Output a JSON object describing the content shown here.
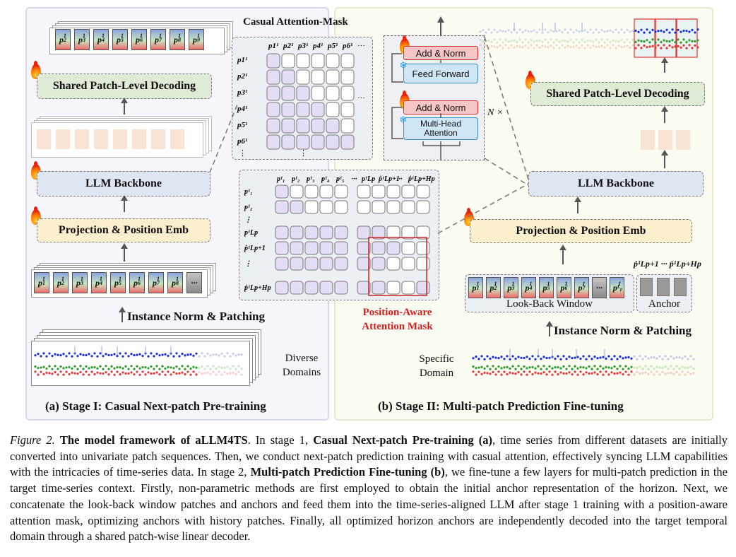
{
  "stage1": {
    "decoding": "Shared Patch-Level Decoding",
    "backbone": "LLM Backbone",
    "projection": "Projection & Position Emb",
    "norm_patching": "Instance Norm & Patching",
    "domains": "Diverse\nDomains",
    "caption": "(a) Stage I: Casual Next-patch Pre-training",
    "mask_title": "Casual Attention-Mask",
    "top_patches": [
      "p21",
      "p31",
      "p41",
      "p51",
      "p61",
      "p71",
      "p81",
      "p91"
    ],
    "bottom_patches": [
      "p11",
      "p21",
      "p31",
      "p41",
      "p51",
      "p61",
      "p71",
      "p81",
      "..."
    ]
  },
  "stage2": {
    "add_norm_1": "Add & Norm",
    "feed_forward": "Feed Forward",
    "add_norm_2": "Add & Norm",
    "multi_head": "Multi-Head\nAttention",
    "n_times": "N ×",
    "decoding": "Shared Patch-Level Decoding",
    "backbone": "LLM Backbone",
    "projection": "Projection & Position Emb",
    "lookback": "Look-Back Window",
    "anchor": "Anchor",
    "anchor_range": "ṗ¹Lp+1 ··· ṗ¹Lp+Hp",
    "norm_patching": "Instance Norm & Patching",
    "specific": "Specific\nDomain",
    "pos_mask": "Position-Aware\nAttention Mask",
    "caption": "(b) Stage II: Multi-patch Prediction Fine-tuning"
  },
  "caption": {
    "fig": "Figure 2.",
    "title": "The model framework of aLLM4TS",
    "t1": ". In stage 1, ",
    "b1": "Casual Next-patch Pre-training (a)",
    "t2": ", time series from different datasets are initially converted into univariate patch sequences. Then, we conduct next-patch prediction training with casual attention, effectively syncing LLM capabilities with the intricacies of time-series data. In stage 2, ",
    "b2": "Multi-patch Prediction Fine-tuning (b)",
    "t3": ", we fine-tune a few layers for multi-patch prediction in the target time-series context. Firstly, non-parametric methods are first employed to obtain the initial anchor representation of the horizon. Next, we concatenate the look-back window patches and anchors and feed them into the time-series-aligned LLM after stage 1 training with a position-aware attention mask, optimizing anchors with history patches. Finally, all optimized horizon anchors are independently decoded into the target temporal domain through a shared patch-wise linear decoder."
  }
}
